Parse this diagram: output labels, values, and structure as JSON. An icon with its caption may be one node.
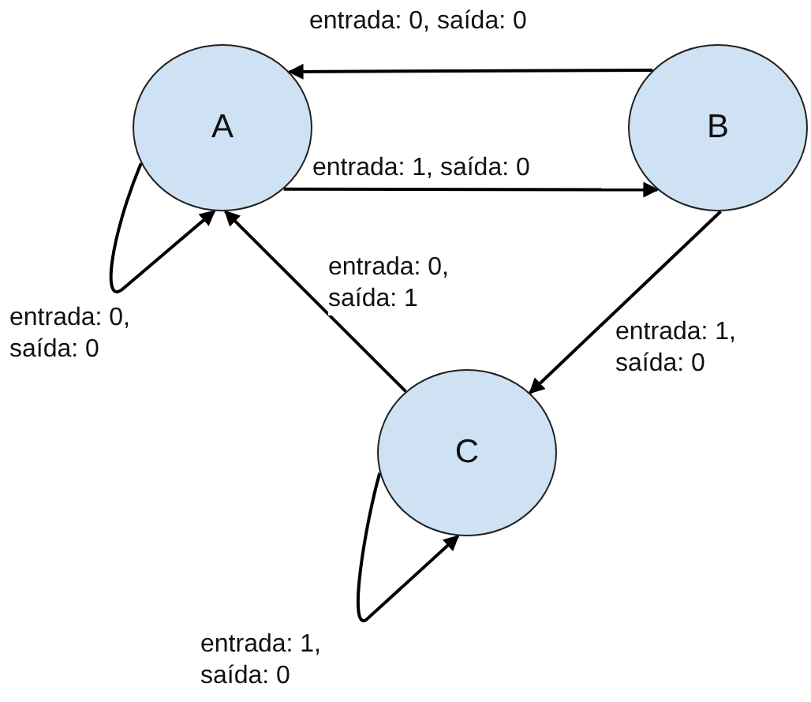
{
  "diagram": {
    "nodes": [
      {
        "text": [
          "A"
        ]
      },
      {
        "text": [
          "B"
        ]
      },
      {
        "text": [
          "C"
        ]
      }
    ],
    "edges": [
      {
        "from": 1,
        "to": 0,
        "arrow": "to",
        "label": "entrada: 0, saída: 0"
      },
      {
        "from": 0,
        "to": 1,
        "arrow": "to",
        "label": "entrada: 1, saída: 0"
      },
      {
        "from": 0,
        "to": 0,
        "arrow": "to",
        "label": "entrada: 0, saída: 0"
      },
      {
        "from": 2,
        "to": 0,
        "arrow": "to",
        "label": "entrada: 0, saída: 1"
      },
      {
        "from": 1,
        "to": 2,
        "arrow": "to",
        "label": "entrada: 1, saída: 0"
      },
      {
        "from": 2,
        "to": 2,
        "arrow": "to",
        "label": "entrada: 1, saída: 0"
      }
    ]
  }
}
